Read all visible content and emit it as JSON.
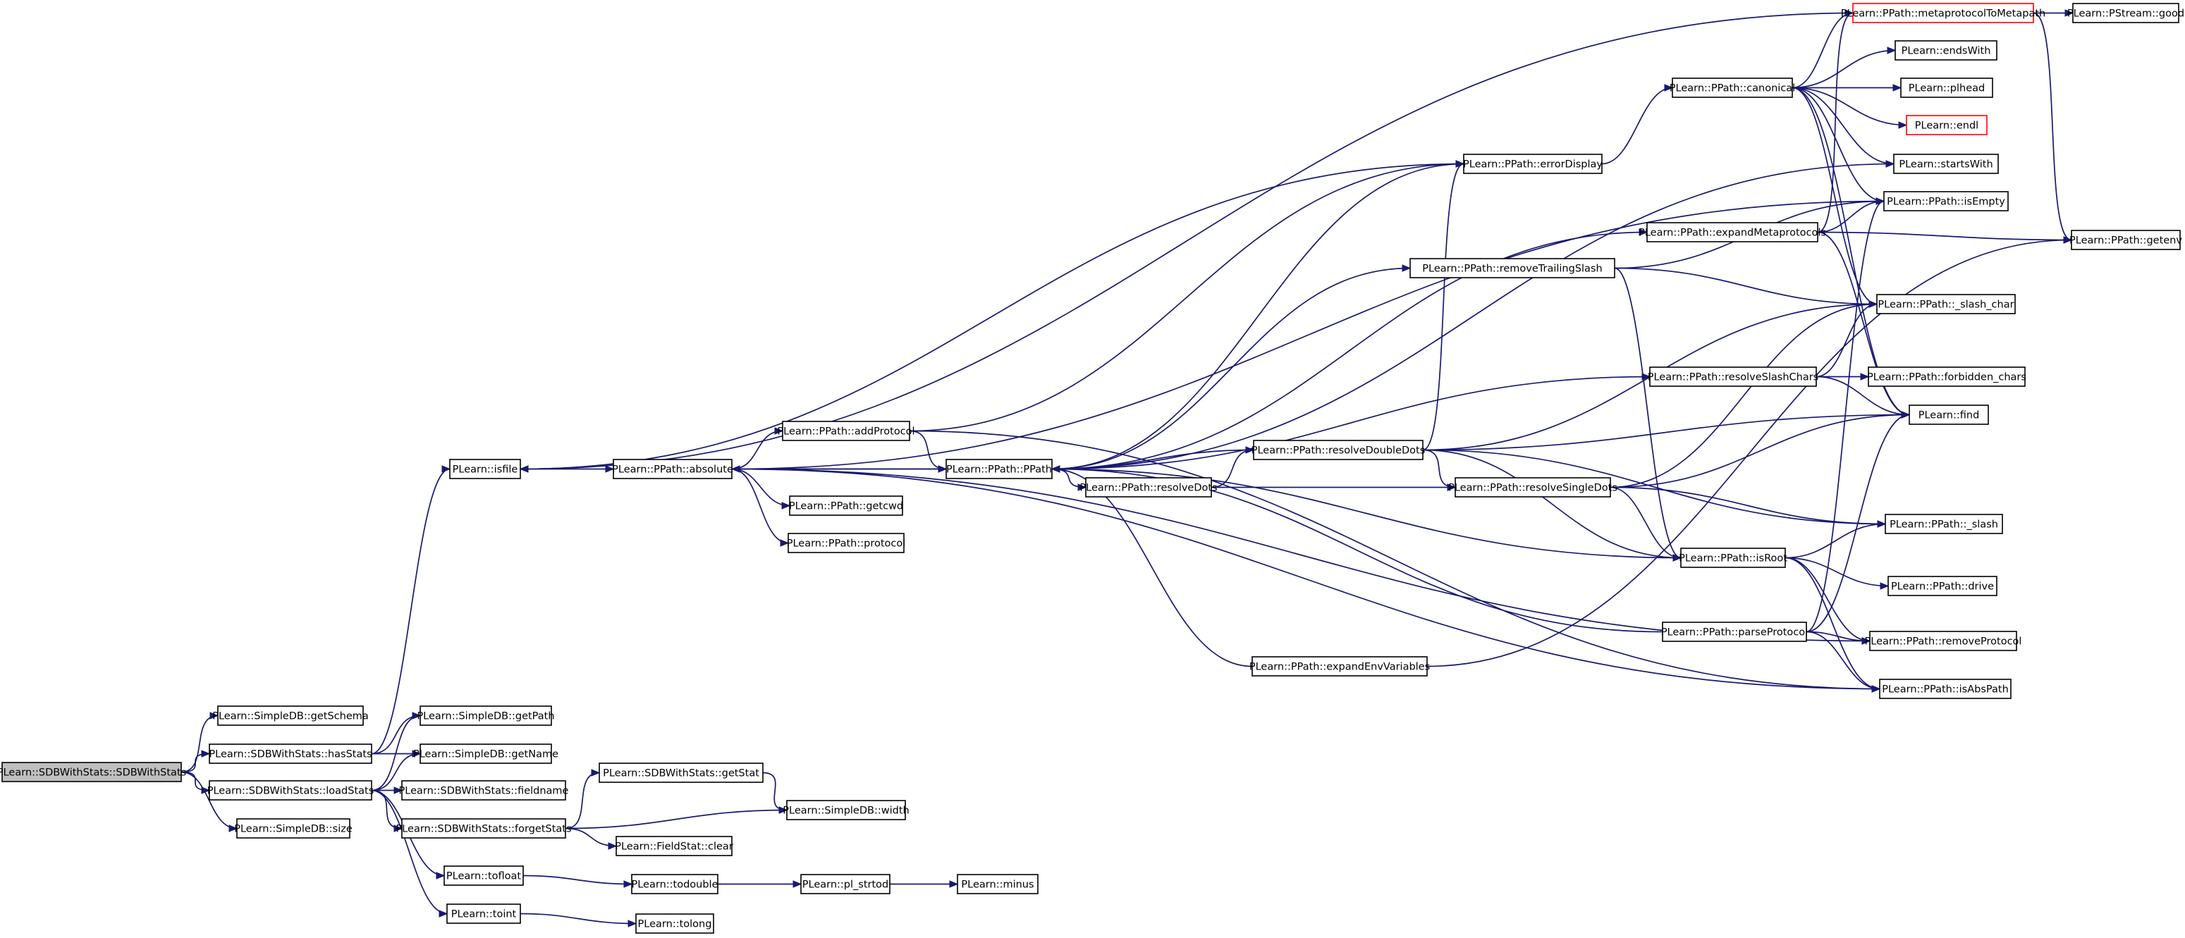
{
  "colors": {
    "edge": "#191970",
    "node_border": "#000000",
    "root_fill": "#bfbfbf",
    "truncated_border": "#ff0000"
  },
  "nodes": [
    {
      "id": "sdbwithstats",
      "label": "PLearn::SDBWithStats::SDBWithStats",
      "root": true
    },
    {
      "id": "getschema",
      "label": "PLearn::SimpleDB::getSchema"
    },
    {
      "id": "hasstats",
      "label": "PLearn::SDBWithStats::hasStats"
    },
    {
      "id": "loadstats",
      "label": "PLearn::SDBWithStats::loadStats"
    },
    {
      "id": "size",
      "label": "PLearn::SimpleDB::size"
    },
    {
      "id": "isfile",
      "label": "PLearn::isfile"
    },
    {
      "id": "getpath",
      "label": "PLearn::SimpleDB::getPath"
    },
    {
      "id": "getname",
      "label": "PLearn::SimpleDB::getName"
    },
    {
      "id": "fieldname",
      "label": "PLearn::SDBWithStats::fieldname"
    },
    {
      "id": "forgetstats",
      "label": "PLearn::SDBWithStats::forgetStats"
    },
    {
      "id": "tofloat",
      "label": "PLearn::tofloat"
    },
    {
      "id": "toint",
      "label": "PLearn::toint"
    },
    {
      "id": "getstat",
      "label": "PLearn::SDBWithStats::getStat"
    },
    {
      "id": "width",
      "label": "PLearn::SimpleDB::width"
    },
    {
      "id": "clear",
      "label": "PLearn::FieldStat::clear"
    },
    {
      "id": "todouble",
      "label": "PLearn::todouble"
    },
    {
      "id": "tolong",
      "label": "PLearn::tolong"
    },
    {
      "id": "plstrtod",
      "label": "PLearn::pl_strtod"
    },
    {
      "id": "minus",
      "label": "PLearn::minus"
    },
    {
      "id": "absolute",
      "label": "PLearn::PPath::absolute"
    },
    {
      "id": "addprotocol",
      "label": "PLearn::PPath::addProtocol"
    },
    {
      "id": "getcwd",
      "label": "PLearn::PPath::getcwd"
    },
    {
      "id": "protocol",
      "label": "PLearn::PPath::protocol"
    },
    {
      "id": "ppath",
      "label": "PLearn::PPath::PPath"
    },
    {
      "id": "resolvedots",
      "label": "PLearn::PPath::resolveDots"
    },
    {
      "id": "resolvedoubledots",
      "label": "PLearn::PPath::resolveDoubleDots"
    },
    {
      "id": "expandenv",
      "label": "PLearn::PPath::expandEnvVariables"
    },
    {
      "id": "errordisplay",
      "label": "PLearn::PPath::errorDisplay"
    },
    {
      "id": "removetrailing",
      "label": "PLearn::PPath::removeTrailingSlash"
    },
    {
      "id": "canonical",
      "label": "PLearn::PPath::canonical"
    },
    {
      "id": "expandmeta",
      "label": "PLearn::PPath::expandMetaprotocols"
    },
    {
      "id": "resolveslash",
      "label": "PLearn::PPath::resolveSlashChars"
    },
    {
      "id": "resolvesingle",
      "label": "PLearn::PPath::resolveSingleDots"
    },
    {
      "id": "isroot",
      "label": "PLearn::PPath::isRoot"
    },
    {
      "id": "parseprotocol",
      "label": "PLearn::PPath::parseProtocol"
    },
    {
      "id": "metatometa",
      "label": "PLearn::PPath::metaprotocolToMetapath",
      "truncated": true
    },
    {
      "id": "pstreamgood",
      "label": "PLearn::PStream::good"
    },
    {
      "id": "endswith",
      "label": "PLearn::endsWith"
    },
    {
      "id": "pihead",
      "label": "PLearn::plhead"
    },
    {
      "id": "endl",
      "label": "PLearn::endl",
      "truncated": true
    },
    {
      "id": "startswith",
      "label": "PLearn::startsWith"
    },
    {
      "id": "isempty",
      "label": "PLearn::PPath::isEmpty"
    },
    {
      "id": "getenv",
      "label": "PLearn::PPath::getenv"
    },
    {
      "id": "slashchar",
      "label": "PLearn::PPath::_slash_char"
    },
    {
      "id": "forbidden",
      "label": "PLearn::PPath::forbidden_chars"
    },
    {
      "id": "find",
      "label": "PLearn::find"
    },
    {
      "id": "slash",
      "label": "PLearn::PPath::_slash"
    },
    {
      "id": "drive",
      "label": "PLearn::PPath::drive"
    },
    {
      "id": "removeprotocol",
      "label": "PLearn::PPath::removeProtocol"
    },
    {
      "id": "isabspath",
      "label": "PLearn::PPath::isAbsPath"
    }
  ],
  "edges": [
    [
      "sdbwithstats",
      "getschema"
    ],
    [
      "sdbwithstats",
      "hasstats"
    ],
    [
      "sdbwithstats",
      "loadstats"
    ],
    [
      "sdbwithstats",
      "size"
    ],
    [
      "hasstats",
      "isfile"
    ],
    [
      "hasstats",
      "getpath"
    ],
    [
      "hasstats",
      "getname"
    ],
    [
      "loadstats",
      "getpath"
    ],
    [
      "loadstats",
      "getname"
    ],
    [
      "loadstats",
      "fieldname"
    ],
    [
      "loadstats",
      "forgetstats"
    ],
    [
      "loadstats",
      "tofloat"
    ],
    [
      "loadstats",
      "toint"
    ],
    [
      "forgetstats",
      "getstat"
    ],
    [
      "forgetstats",
      "width"
    ],
    [
      "forgetstats",
      "clear"
    ],
    [
      "getstat",
      "width"
    ],
    [
      "tofloat",
      "todouble"
    ],
    [
      "todouble",
      "plstrtod"
    ],
    [
      "plstrtod",
      "minus"
    ],
    [
      "toint",
      "tolong"
    ],
    [
      "isfile",
      "absolute"
    ],
    [
      "absolute",
      "addprotocol"
    ],
    [
      "absolute",
      "getcwd"
    ],
    [
      "absolute",
      "protocol"
    ],
    [
      "absolute",
      "ppath"
    ],
    [
      "absolute",
      "isempty"
    ],
    [
      "absolute",
      "removeprotocol"
    ],
    [
      "absolute",
      "isabspath"
    ],
    [
      "addprotocol",
      "ppath"
    ],
    [
      "addprotocol",
      "errordisplay"
    ],
    [
      "addprotocol",
      "isabspath"
    ],
    [
      "ppath",
      "absolute"
    ],
    [
      "ppath",
      "resolvedots"
    ],
    [
      "ppath",
      "errordisplay"
    ],
    [
      "ppath",
      "startswith"
    ],
    [
      "ppath",
      "expandmeta"
    ],
    [
      "ppath",
      "removetrailing"
    ],
    [
      "ppath",
      "resolveslash"
    ],
    [
      "resolvedots",
      "resolvedoubledots"
    ],
    [
      "resolvedots",
      "resolvesingle"
    ],
    [
      "resolvedoubledots",
      "ppath"
    ],
    [
      "resolvedoubledots",
      "errordisplay"
    ],
    [
      "resolvedoubledots",
      "slashchar"
    ],
    [
      "resolvedoubledots",
      "find"
    ],
    [
      "resolvedoubledots",
      "resolvesingle"
    ],
    [
      "resolvedoubledots",
      "slash"
    ],
    [
      "resolvedoubledots",
      "isroot"
    ],
    [
      "expandenv",
      "ppath"
    ],
    [
      "expandenv",
      "getenv"
    ],
    [
      "errordisplay",
      "isfile"
    ],
    [
      "errordisplay",
      "canonical"
    ],
    [
      "removetrailing",
      "isempty"
    ],
    [
      "removetrailing",
      "slashchar"
    ],
    [
      "removetrailing",
      "isroot"
    ],
    [
      "canonical",
      "metatometa"
    ],
    [
      "canonical",
      "endswith"
    ],
    [
      "canonical",
      "pihead"
    ],
    [
      "canonical",
      "endl"
    ],
    [
      "canonical",
      "startswith"
    ],
    [
      "canonical",
      "isempty"
    ],
    [
      "canonical",
      "slashchar"
    ],
    [
      "canonical",
      "find"
    ],
    [
      "expandmeta",
      "metatometa"
    ],
    [
      "expandmeta",
      "isempty"
    ],
    [
      "expandmeta",
      "getenv"
    ],
    [
      "expandmeta",
      "find"
    ],
    [
      "resolveslash",
      "slashchar"
    ],
    [
      "resolveslash",
      "forbidden"
    ],
    [
      "resolveslash",
      "find"
    ],
    [
      "resolvesingle",
      "slashchar"
    ],
    [
      "resolvesingle",
      "find"
    ],
    [
      "resolvesingle",
      "slash"
    ],
    [
      "resolvesingle",
      "isroot"
    ],
    [
      "isroot",
      "ppath"
    ],
    [
      "isroot",
      "slash"
    ],
    [
      "isroot",
      "drive"
    ],
    [
      "isroot",
      "removeprotocol"
    ],
    [
      "isroot",
      "isabspath"
    ],
    [
      "parseprotocol",
      "ppath"
    ],
    [
      "parseprotocol",
      "find"
    ],
    [
      "parseprotocol",
      "isempty"
    ],
    [
      "parseprotocol",
      "removeprotocol"
    ],
    [
      "parseprotocol",
      "isabspath"
    ],
    [
      "metatometa",
      "isfile"
    ],
    [
      "metatometa",
      "pstreamgood"
    ],
    [
      "metatometa",
      "getenv"
    ]
  ]
}
